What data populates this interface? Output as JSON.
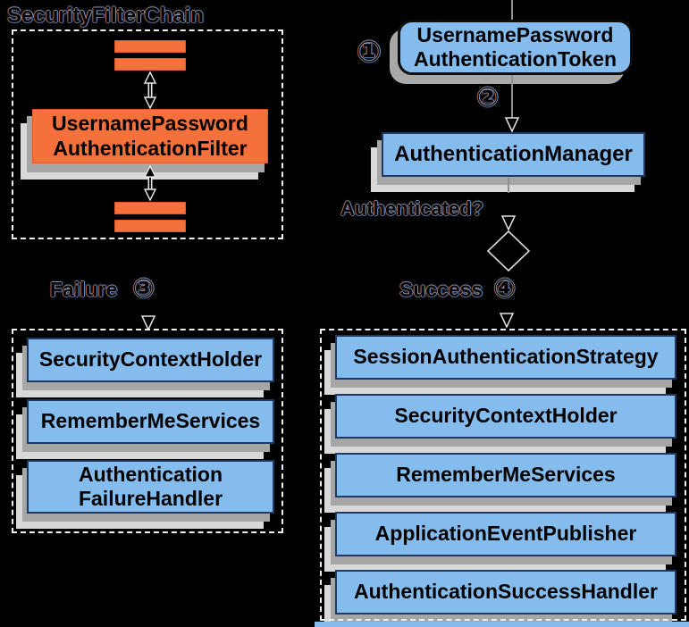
{
  "title": "SecurityFilterChain",
  "filter_chain": {
    "filter_box": {
      "lines": [
        "UsernamePassword",
        "AuthenticationFilter"
      ]
    }
  },
  "flow": {
    "step1_marker": "①",
    "token_box": {
      "lines": [
        "UsernamePassword",
        "AuthenticationToken"
      ]
    },
    "step2_marker": "②",
    "manager_box": {
      "label": "AuthenticationManager"
    },
    "authenticated_label": "Authenticated?",
    "failure_label": "Failure",
    "step3_marker": "③",
    "success_label": "Success",
    "step4_marker": "④"
  },
  "failure_column": {
    "boxes": [
      {
        "label": "SecurityContextHolder"
      },
      {
        "label": "RememberMeServices"
      },
      {
        "lines": [
          "Authentication",
          "FailureHandler"
        ]
      }
    ]
  },
  "success_column": {
    "boxes": [
      {
        "label": "SessionAuthenticationStrategy"
      },
      {
        "label": "SecurityContextHolder"
      },
      {
        "label": "RememberMeServices"
      },
      {
        "label": "ApplicationEventPublisher"
      },
      {
        "label": "AuthenticationSuccessHandler"
      }
    ]
  },
  "colors": {
    "box_blue": "#85BCEE",
    "box_blue_border": "#1F3864",
    "box_orange": "#F4713C",
    "sheet_gray": "#a6a6a6",
    "sheet_light": "#d8d8d8",
    "dashed_border": "#efefef"
  }
}
